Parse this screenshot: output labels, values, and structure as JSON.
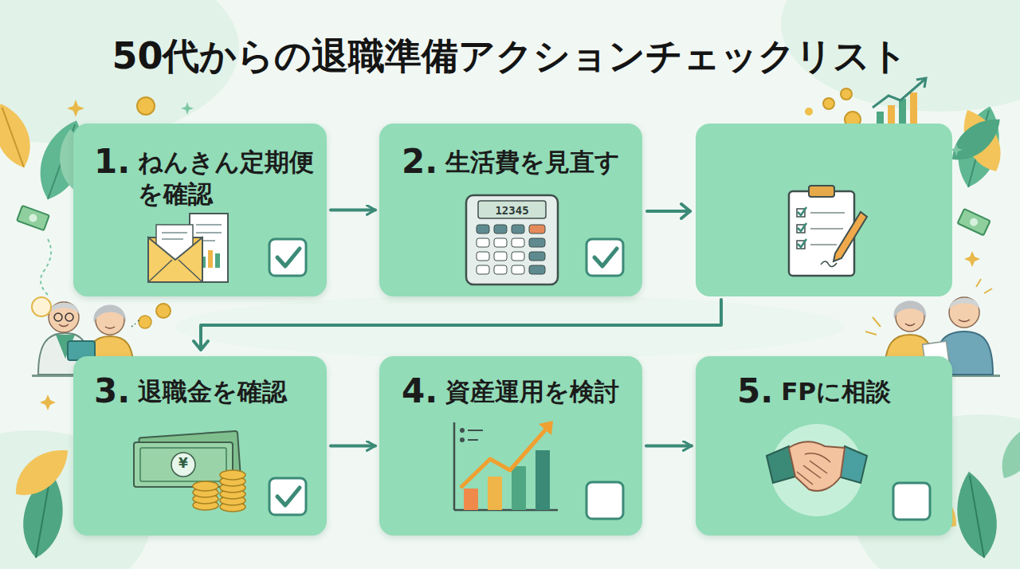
{
  "diagram": {
    "title": "50代からの退職準備アクションチェックリスト",
    "nodes": [
      {
        "text": [
          "1.",
          "ねんきん定期便 を確認"
        ]
      },
      {
        "text": [
          "2.",
          "生活費を見直す"
        ]
      },
      {
        "text": [
          "3.",
          "退職金を確認"
        ]
      },
      {
        "text": [
          "4.",
          "資産運用を検討"
        ]
      },
      {
        "text": [
          "5.",
          "FPに相談"
        ]
      }
    ],
    "edges": [
      {
        "from": 0,
        "to": 1,
        "arrow": "to"
      },
      {
        "from": 2,
        "to": 3,
        "arrow": "to"
      },
      {
        "from": 3,
        "to": 4,
        "arrow": "to"
      }
    ],
    "labels": [
      "12345",
      "¥"
    ]
  }
}
